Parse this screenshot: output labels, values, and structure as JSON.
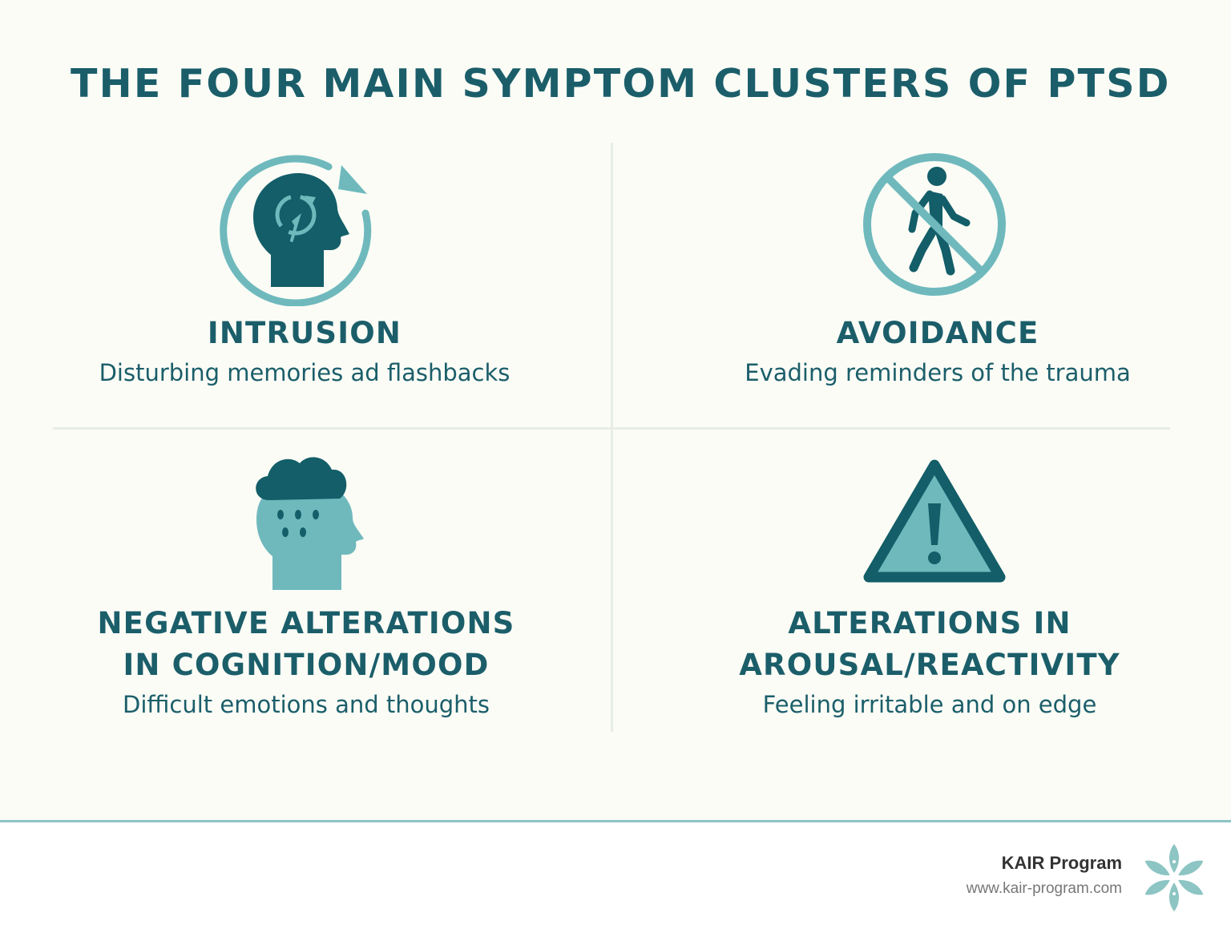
{
  "title": "THE FOUR MAIN SYMPTOM CLUSTERS OF PTSD",
  "colors": {
    "background": "#fbfcf6",
    "dark_teal": "#1b5e6a",
    "icon_dark": "#135e68",
    "icon_light": "#6fb9bd",
    "divider": "#e7ede6",
    "footer_rule": "#8dc4c4"
  },
  "clusters": [
    {
      "icon": "head-cycle-icon",
      "title_lines": [
        "INTRUSION"
      ],
      "description": "Disturbing memories ad flashbacks"
    },
    {
      "icon": "no-walking-icon",
      "title_lines": [
        "AVOIDANCE"
      ],
      "description": "Evading reminders of the trauma"
    },
    {
      "icon": "head-raincloud-icon",
      "title_lines": [
        "NEGATIVE ALTERATIONS",
        "IN COGNITION/MOOD"
      ],
      "description": "Difficult emotions and thoughts"
    },
    {
      "icon": "warning-triangle-icon",
      "title_lines": [
        "ALTERATIONS IN",
        "AROUSAL/REACTIVITY"
      ],
      "description": "Feeling irritable and on edge"
    }
  ],
  "footer": {
    "brand": "KAIR Program",
    "url": "www.kair-program.com",
    "logo_icon": "flower-logo-icon"
  }
}
